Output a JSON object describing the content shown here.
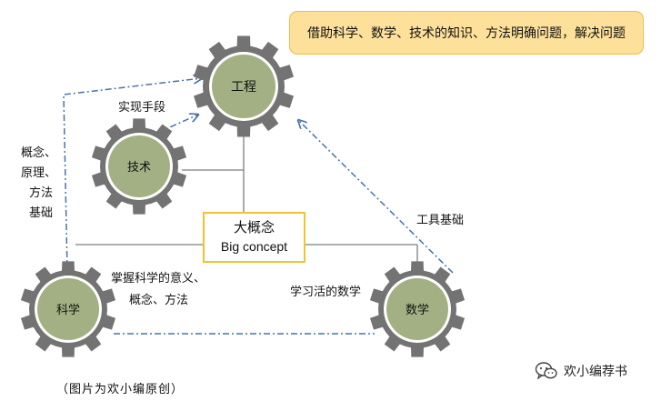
{
  "callout": {
    "text": "借助科学、数学、技术的知识、方法明确问题，解决问题"
  },
  "gears": {
    "engineering": "工程",
    "technology": "技术",
    "science": "科学",
    "math": "数学"
  },
  "center": {
    "zh": "大概念",
    "en": "Big concept"
  },
  "labels": {
    "tech_means": "实现手段",
    "science_basis": [
      "概念、",
      "原理、",
      "方法",
      "基础"
    ],
    "tool_basis": "工具基础",
    "grasp": [
      "掌握科学的意义、",
      "概念、方法"
    ],
    "living_math": "学习活的数学"
  },
  "watermark": {
    "text": "欢小编荐书",
    "icon": "wechat-icon"
  },
  "caption": "（图片为欢小编原创）",
  "colors": {
    "gear_outer": "#737373",
    "gear_inner": "#a3b083",
    "arrow": "#4a72a8",
    "line": "#7f7f7f",
    "callout_fill": "#fde19a",
    "box_border": "#f1c232"
  }
}
